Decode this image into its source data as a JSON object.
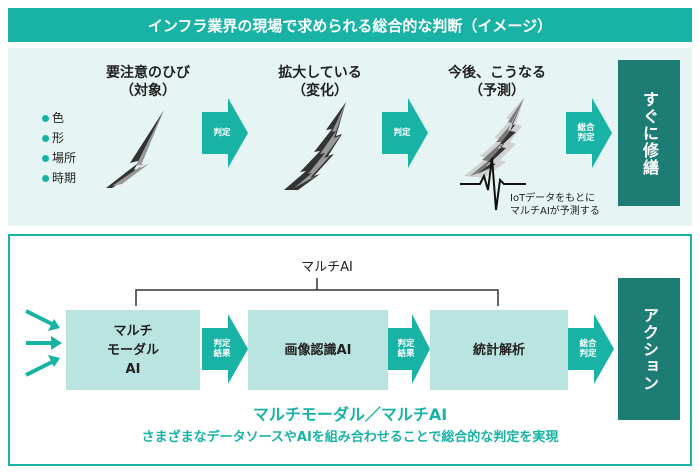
{
  "title": "インフラ業界の現場で求められる総合的な判断（イメージ）",
  "top": {
    "bullets": [
      "色",
      "形",
      "場所",
      "時期"
    ],
    "stages": [
      {
        "line1": "要注意のひび",
        "line2": "（対象）"
      },
      {
        "line1": "拡大している",
        "line2": "（変化）"
      },
      {
        "line1": "今後、こうなる",
        "line2": "（予測）"
      }
    ],
    "arrows": [
      {
        "line1": "判定",
        "line2": ""
      },
      {
        "line1": "判定",
        "line2": ""
      },
      {
        "line1": "総合",
        "line2": "判定"
      }
    ],
    "note_line1": "IoTデータをもとに",
    "note_line2": "マルチAIが予測する",
    "action": "すぐに修繕"
  },
  "bottom": {
    "bracket_label": "マルチAI",
    "box1": {
      "line1": "マルチ",
      "line2": "モーダル",
      "line3": "AI"
    },
    "box2": "画像認識AI",
    "box3": "統計解析",
    "arrows": [
      {
        "line1": "判定",
        "line2": "結果"
      },
      {
        "line1": "判定",
        "line2": "結果"
      },
      {
        "line1": "総合",
        "line2": "判定"
      }
    ],
    "action": "アクション",
    "summary_title": "マルチモーダル／マルチAI",
    "summary_sub": "さまざまなデータソースやAIを組み合わせることで総合的な判定を実現"
  },
  "colors": {
    "accent": "#19b3a6",
    "dark": "#1d7d74",
    "light_panel": "#e6f5f3",
    "light_box": "#b9e4df"
  }
}
